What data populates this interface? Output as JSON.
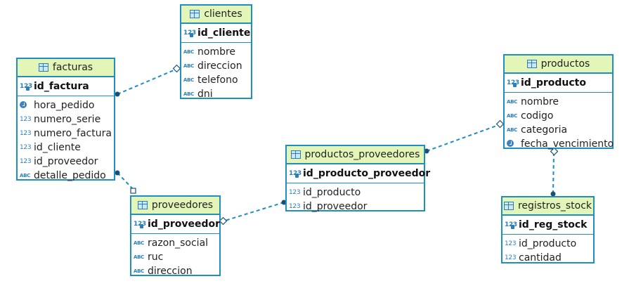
{
  "entities": {
    "clientes": {
      "title": "clientes",
      "pk": {
        "type": "key",
        "name": "id_cliente"
      },
      "columns": [
        {
          "type": "abc",
          "name": "nombre"
        },
        {
          "type": "abc",
          "name": "direccion"
        },
        {
          "type": "abc",
          "name": "telefono"
        },
        {
          "type": "abc",
          "name": "dni"
        }
      ]
    },
    "facturas": {
      "title": "facturas",
      "pk": {
        "type": "key",
        "name": "id_factura"
      },
      "columns": [
        {
          "type": "clock",
          "name": "hora_pedido"
        },
        {
          "type": "num",
          "name": "numero_serie"
        },
        {
          "type": "num",
          "name": "numero_factura"
        },
        {
          "type": "num",
          "name": "id_cliente"
        },
        {
          "type": "num",
          "name": "id_proveedor"
        },
        {
          "type": "abc",
          "name": "detalle_pedido"
        }
      ]
    },
    "productos": {
      "title": "productos",
      "pk": {
        "type": "key",
        "name": "id_producto"
      },
      "columns": [
        {
          "type": "abc",
          "name": "nombre"
        },
        {
          "type": "abc",
          "name": "codigo"
        },
        {
          "type": "abc",
          "name": "categoria"
        },
        {
          "type": "clock",
          "name": "fecha_vencimiento"
        }
      ]
    },
    "productos_proveedores": {
      "title": "productos_proveedores",
      "pk": {
        "type": "key",
        "name": "id_producto_proveedor"
      },
      "columns": [
        {
          "type": "num",
          "name": "id_producto"
        },
        {
          "type": "num",
          "name": "id_proveedor"
        }
      ]
    },
    "proveedores": {
      "title": "proveedores",
      "pk": {
        "type": "key",
        "name": "id_proveedor"
      },
      "columns": [
        {
          "type": "abc",
          "name": "razon_social"
        },
        {
          "type": "abc",
          "name": "ruc"
        },
        {
          "type": "abc",
          "name": "direccion"
        }
      ]
    },
    "registros_stock": {
      "title": "registros_stock",
      "pk": {
        "type": "key",
        "name": "id_reg_stock"
      },
      "columns": [
        {
          "type": "num",
          "name": "id_producto"
        },
        {
          "type": "num",
          "name": "cantidad"
        }
      ]
    }
  },
  "type_icons": {
    "abc": "ABC",
    "num": "123",
    "key": "123",
    "clock": "clock-icon"
  },
  "relationships": [
    {
      "from": "facturas",
      "to": "clientes"
    },
    {
      "from": "facturas",
      "to": "proveedores"
    },
    {
      "from": "productos_proveedores",
      "to": "proveedores"
    },
    {
      "from": "productos_proveedores",
      "to": "productos"
    },
    {
      "from": "registros_stock",
      "to": "productos"
    }
  ],
  "colors": {
    "border": "#1f8fbf",
    "header_bg": "#e4f5b8",
    "link": "#1f8fbf",
    "link_end": "#1b4f72"
  }
}
